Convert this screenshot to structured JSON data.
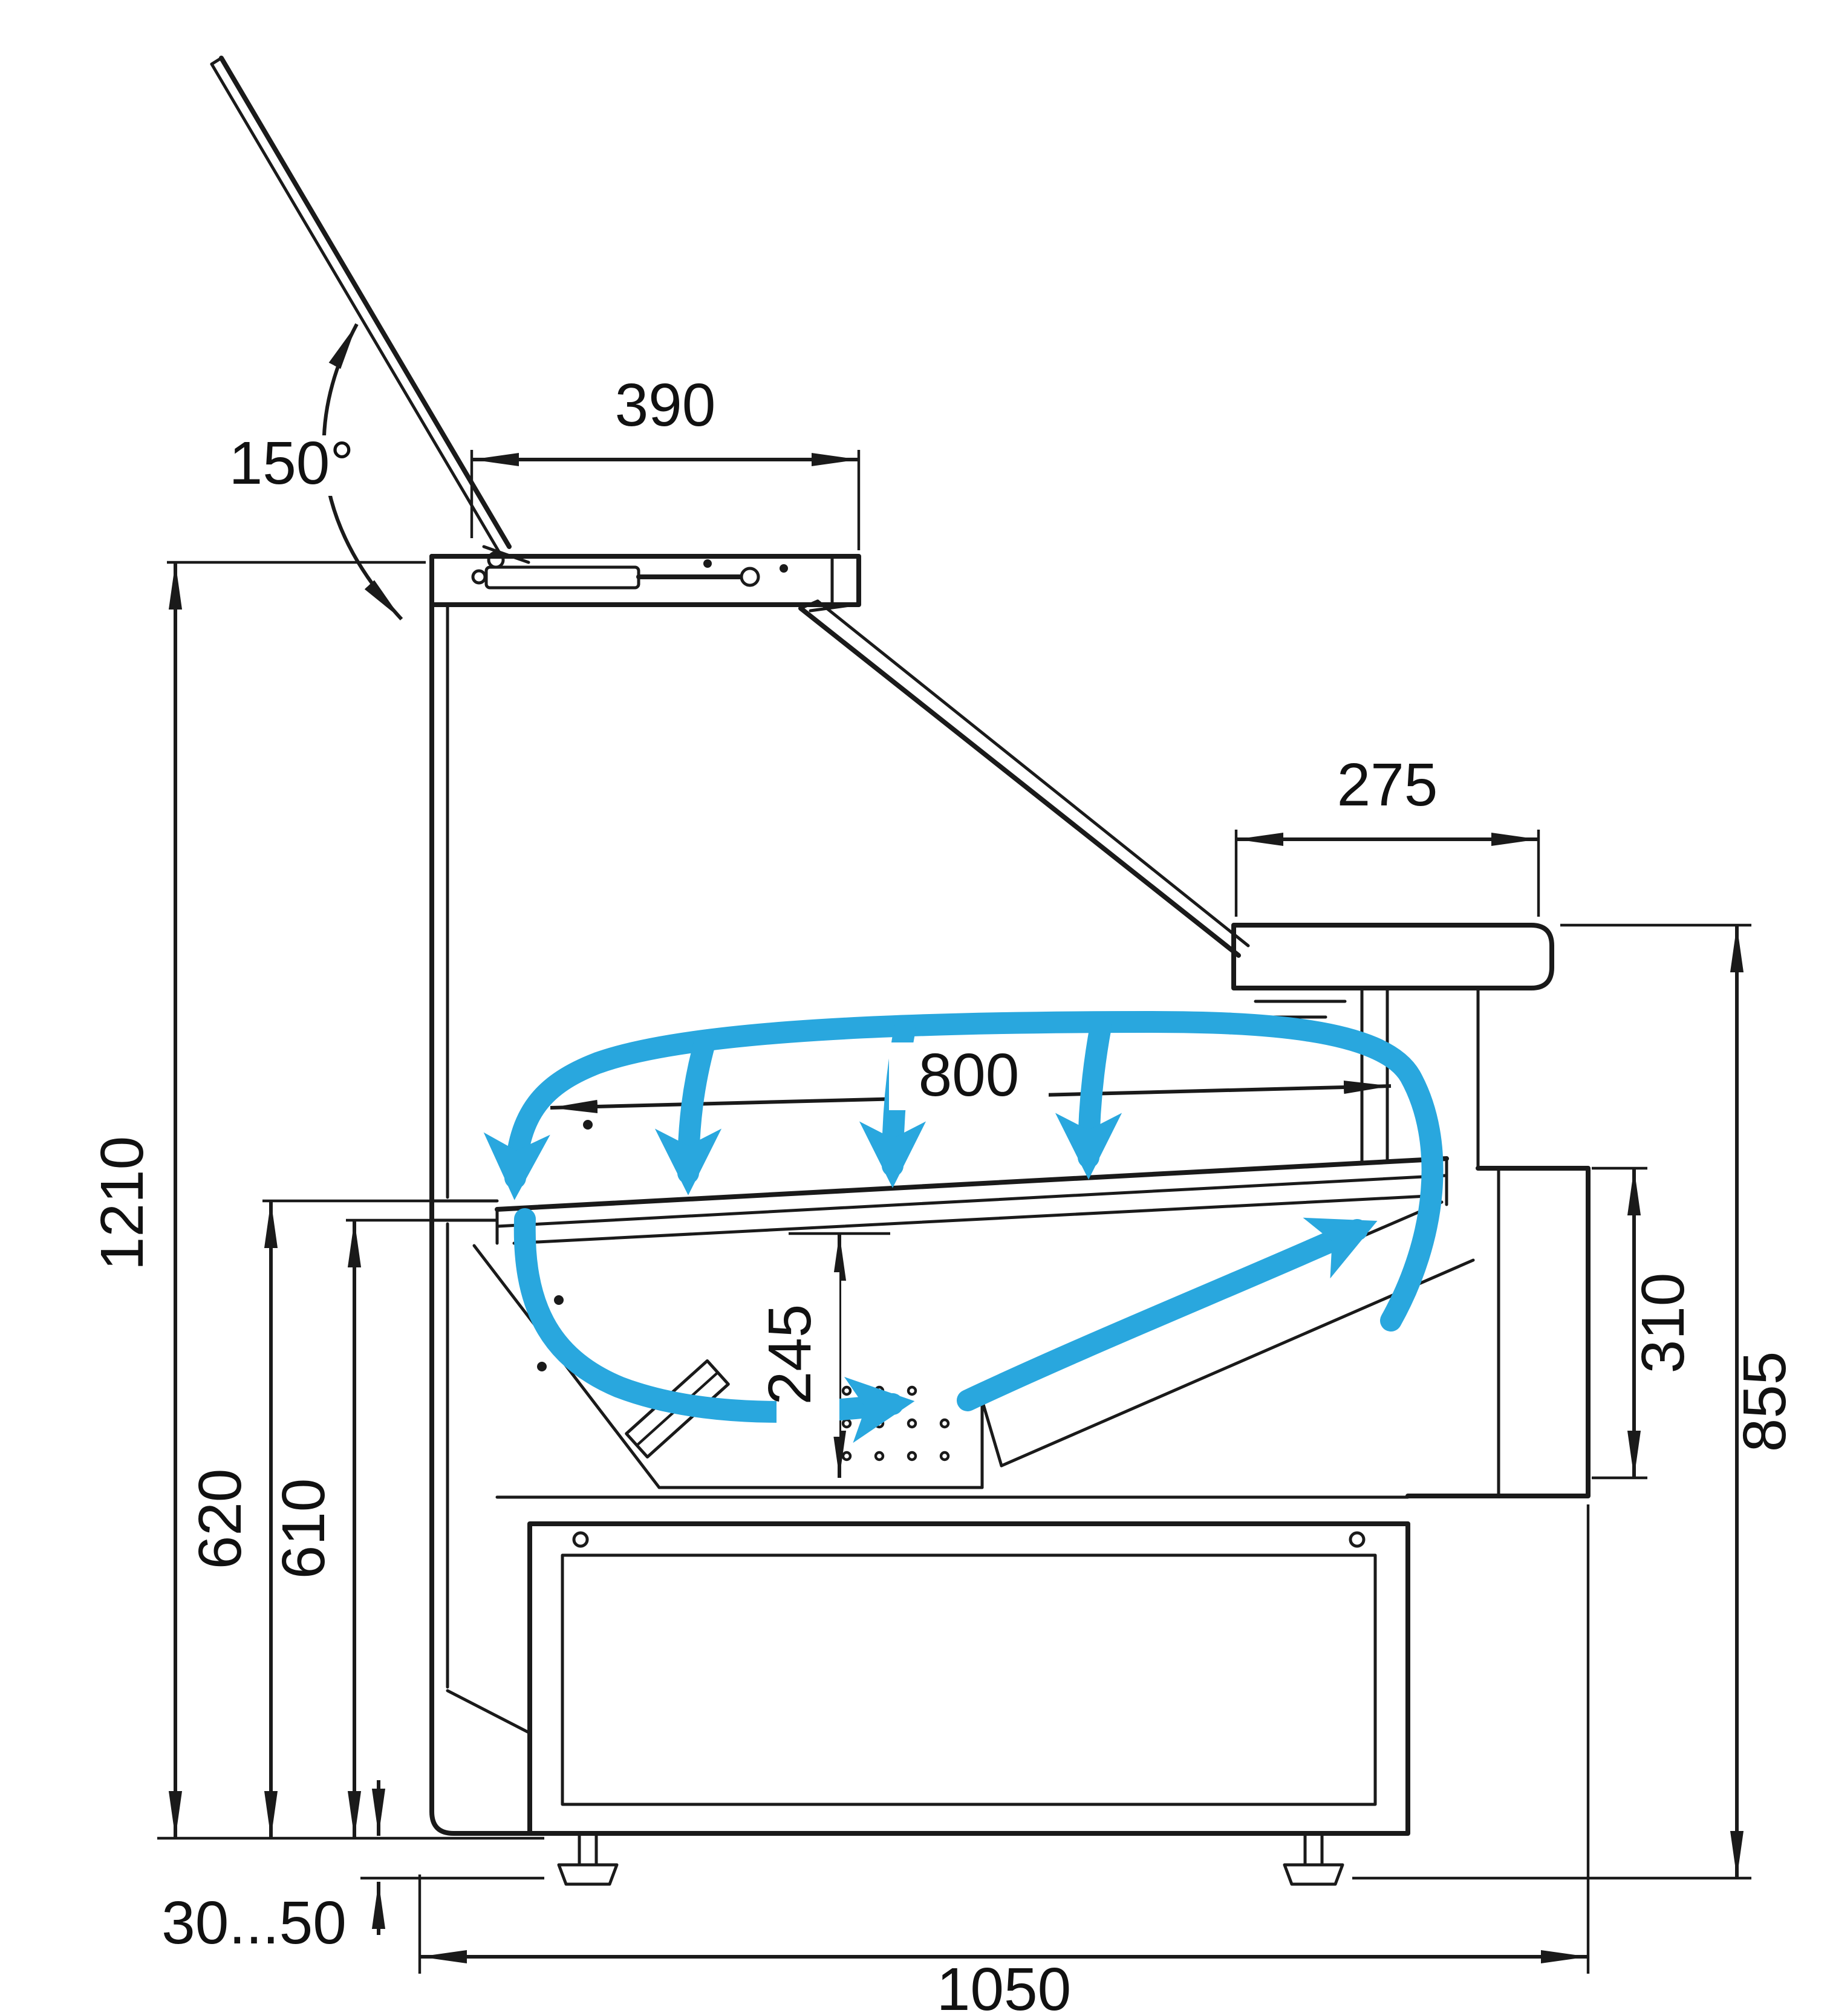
{
  "diagram": {
    "kind": "refrigerated-serve-over-counter-side-section",
    "colors": {
      "line": "#1a1a1a",
      "airflow": "#29A7DE",
      "background": "#ffffff"
    },
    "labels": {
      "angle_150": "150°",
      "dim_390": "390",
      "dim_275": "275",
      "dim_800": "800",
      "dim_1210": "1210",
      "dim_620": "620",
      "dim_610": "610",
      "dim_245": "245",
      "dim_310": "310",
      "dim_855": "855",
      "dim_30_50": "30...50",
      "dim_1050": "1050"
    }
  }
}
